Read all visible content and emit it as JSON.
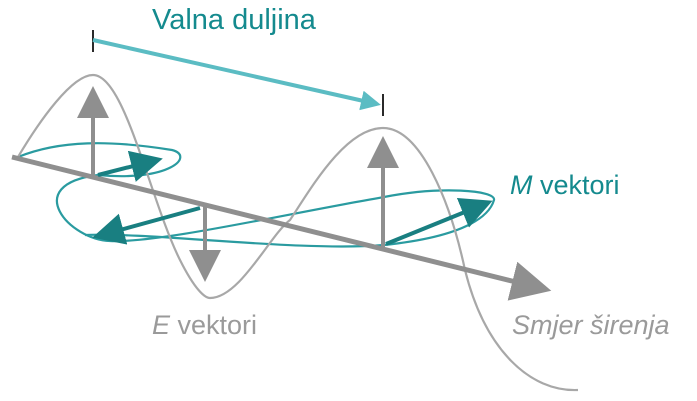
{
  "labels": {
    "wavelength": "Valna duljina",
    "m_vectors_symbol": "M",
    "m_vectors_word": " vektori",
    "e_vectors_symbol": "E",
    "e_vectors_word": " vektori",
    "propagation_direction": "Smjer širenja"
  },
  "colors": {
    "teal_text": "#148a8e",
    "teal_arrow": "#197f81",
    "light_teal": "#5bbcc3",
    "wave_gray": "#a8a8a8",
    "axis_gray": "#8f8f8f",
    "label_gray": "#9a9a9a"
  }
}
